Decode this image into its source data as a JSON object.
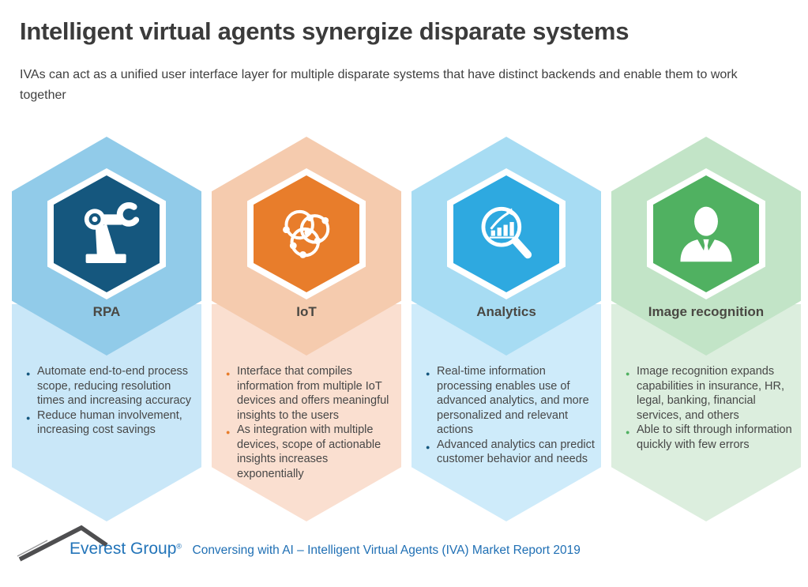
{
  "page": {
    "title": "Intelligent virtual agents synergize disparate systems",
    "subtitle": "IVAs can act as a unified user interface layer for multiple disparate systems that have distinct backends and enable them to work together"
  },
  "columns": [
    {
      "id": "rpa",
      "label": "RPA",
      "icon": "robot-arm-icon",
      "colors": {
        "outer": "#91CBE9",
        "banner": "#C9E7F8",
        "inner": "#15577E",
        "dot": "#15577E"
      },
      "bullets": [
        "Automate end-to-end process scope, reducing resolution times and increasing accuracy",
        "Reduce human involvement, increasing cost savings"
      ]
    },
    {
      "id": "iot",
      "label": "IoT",
      "icon": "iot-network-icon",
      "colors": {
        "outer": "#F5CBAE",
        "banner": "#FADFD0",
        "inner": "#E87D2B",
        "dot": "#E87D2B"
      },
      "bullets": [
        "Interface that compiles information from multiple IoT devices and offers meaningful insights to the users",
        "As integration with multiple devices, scope of actionable insights increases exponentially"
      ]
    },
    {
      "id": "analytics",
      "label": "Analytics",
      "icon": "analytics-magnifier-icon",
      "colors": {
        "outer": "#A7DCF3",
        "banner": "#CEEBFA",
        "inner": "#2EA9E0",
        "dot": "#15577E"
      },
      "bullets": [
        "Real-time information processing enables use of advanced analytics, and more personalized and relevant actions",
        "Advanced analytics can predict customer behavior and needs"
      ]
    },
    {
      "id": "image-recognition",
      "label": "Image recognition",
      "icon": "person-icon",
      "colors": {
        "outer": "#C2E4C7",
        "banner": "#DCEEDE",
        "inner": "#50B161",
        "dot": "#50B161"
      },
      "bullets": [
        "Image recognition expands capabilities in insurance, HR, legal, banking, financial services, and others",
        "Able to sift through information quickly with few errors"
      ]
    }
  ],
  "footer": {
    "brand": "Everest Group",
    "registered": "®",
    "report": "Conversing with AI – Intelligent Virtual Agents (IVA) Market Report 2019"
  }
}
